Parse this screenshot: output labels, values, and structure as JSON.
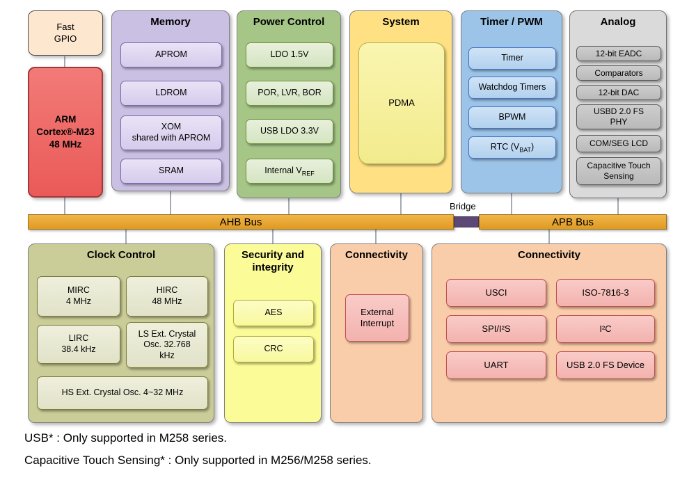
{
  "blocks": {
    "fast_gpio": {
      "label": "Fast\nGPIO"
    },
    "arm": {
      "label": "ARM\nCortex®-M23\n48 MHz"
    },
    "memory": {
      "title": "Memory",
      "items": [
        "APROM",
        "LDROM",
        "XOM\nshared with APROM",
        "SRAM"
      ]
    },
    "power_control": {
      "title": "Power Control",
      "items": [
        "LDO 1.5V",
        "POR, LVR, BOR",
        "USB LDO 3.3V"
      ],
      "vref": {
        "main": "Internal V",
        "sub": "REF"
      }
    },
    "system": {
      "title": "System",
      "items": [
        "PDMA"
      ]
    },
    "timer_pwm": {
      "title": "Timer / PWM",
      "items": [
        "Timer",
        "Watchdog Timers",
        "BPWM"
      ],
      "rtc": {
        "pre": "RTC (V",
        "sub": "BAT",
        "post": ")"
      }
    },
    "analog": {
      "title": "Analog",
      "items": [
        "12-bit EADC",
        "Comparators",
        "12-bit DAC",
        "USBD 2.0 FS\nPHY",
        "COM/SEG LCD",
        "Capacitive Touch\nSensing"
      ]
    },
    "clock_control": {
      "title": "Clock Control",
      "items": [
        "MIRC\n4 MHz",
        "HIRC\n48 MHz",
        "LIRC\n38.4 kHz",
        "LS Ext. Crystal\nOsc. 32.768\nkHz",
        "HS Ext. Crystal Osc. 4~32 MHz"
      ]
    },
    "security": {
      "title": "Security and\nintegrity",
      "items": [
        "AES",
        "CRC"
      ]
    },
    "connectivity_left": {
      "title": "Connectivity",
      "items": [
        "External\nInterrupt"
      ]
    },
    "connectivity_right": {
      "title": "Connectivity",
      "items": [
        "USCI",
        "ISO-7816-3",
        "SPI/I²S",
        "I²C",
        "UART",
        "USB 2.0 FS Device"
      ]
    }
  },
  "buses": {
    "ahb": "AHB Bus",
    "apb": "APB Bus",
    "bridge": "Bridge"
  },
  "footnotes": [
    "USB* : Only supported in M258 series.",
    "Capacitive Touch Sensing* : Only supported in M256/M258 series."
  ],
  "colors": {
    "arm_red": "#ee6160",
    "gpio_peach": "#fde7ce",
    "memory_purple": "#c9c0e4",
    "power_green": "#a5c687",
    "system_yellow": "#ffe183",
    "timer_blue": "#9cc4e8",
    "analog_gray": "#dadada",
    "bus_gold": "#e9a62f",
    "bridge_purple": "#5c4876",
    "clock_olive": "#cbcd98",
    "security_yellow": "#fbfb98",
    "connectivity_orange": "#f9cda9",
    "peripheral_pink": "#f5bcb8"
  }
}
